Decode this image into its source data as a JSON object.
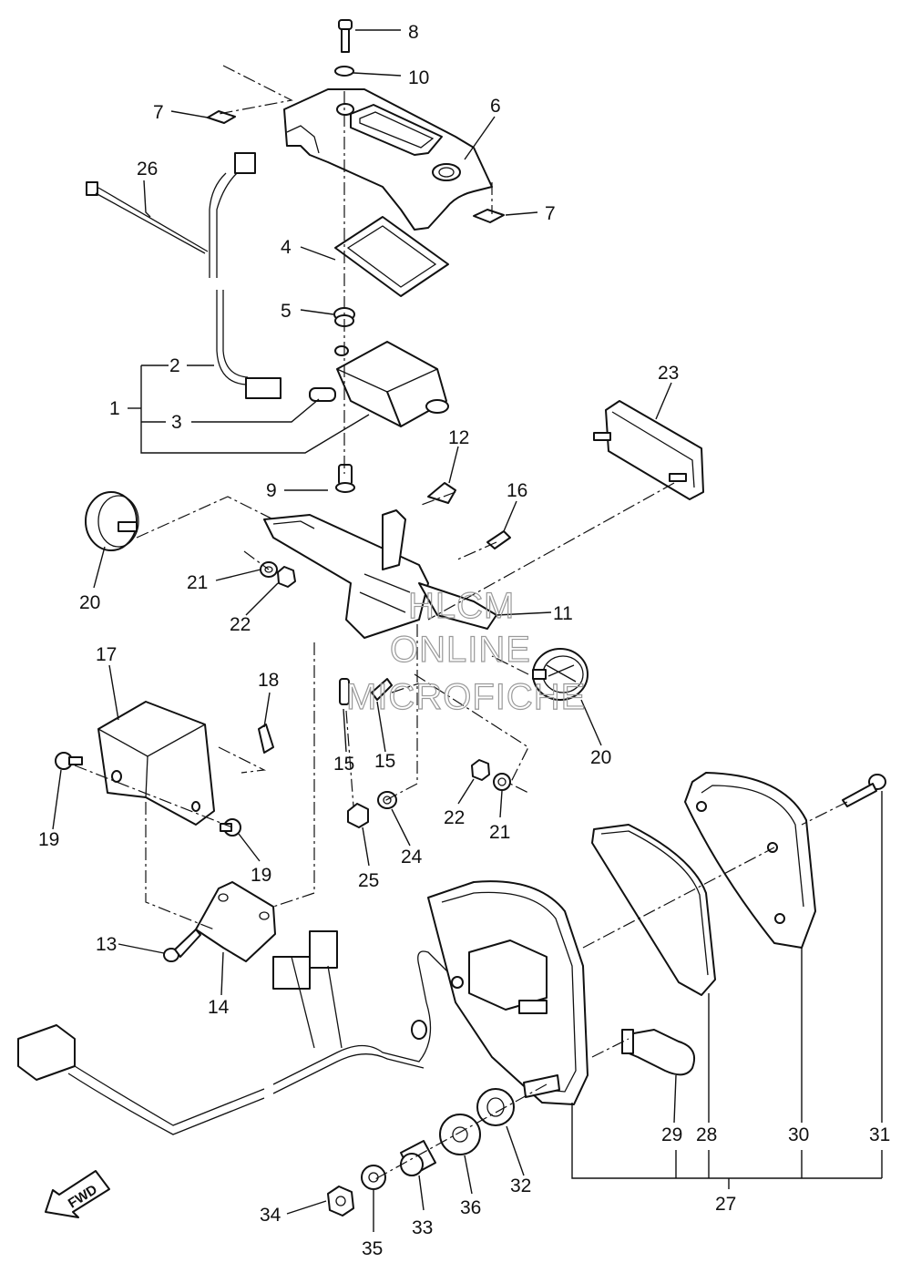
{
  "diagram": {
    "callouts": {
      "c1": "1",
      "c2": "2",
      "c3": "3",
      "c4": "4",
      "c5": "5",
      "c6": "6",
      "c7a": "7",
      "c7b": "7",
      "c8": "8",
      "c9": "9",
      "c10": "10",
      "c11": "11",
      "c12": "12",
      "c13": "13",
      "c14": "14",
      "c15a": "15",
      "c15b": "15",
      "c16": "16",
      "c17": "17",
      "c18": "18",
      "c19a": "19",
      "c19b": "19",
      "c20a": "20",
      "c20b": "20",
      "c21a": "21",
      "c21b": "21",
      "c22a": "22",
      "c22b": "22",
      "c23": "23",
      "c24": "24",
      "c25": "25",
      "c26": "26",
      "c27": "27",
      "c28": "28",
      "c29": "29",
      "c30": "30",
      "c31": "31",
      "c32": "32",
      "c33": "33",
      "c34": "34",
      "c35": "35",
      "c36": "36"
    },
    "watermark": {
      "line1": "HLCM",
      "line2": "ONLINE",
      "line3": "MICROFICHE"
    },
    "fwd_label": "FWD"
  }
}
